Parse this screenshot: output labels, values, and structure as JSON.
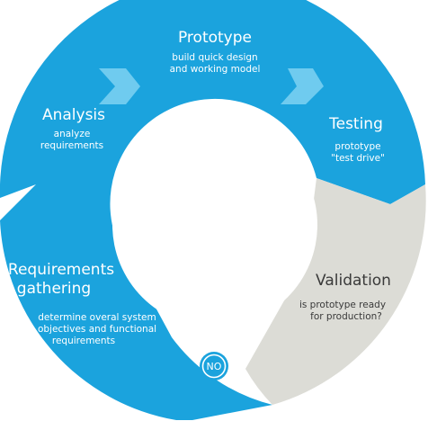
{
  "stages": {
    "prototype": {
      "title": "Prototype",
      "desc": [
        "build quick design",
        "and working model"
      ]
    },
    "testing": {
      "title": "Testing",
      "desc": [
        "prototype",
        "\"test drive\""
      ]
    },
    "validation": {
      "title": "Validation",
      "desc": [
        "is prototype ready",
        "for production?"
      ]
    },
    "requirements": {
      "title": [
        "Requirements",
        "gathering"
      ],
      "desc": [
        "determine overal system",
        "objectives and functional",
        "requirements"
      ]
    },
    "analysis": {
      "title": "Analysis",
      "desc": [
        "analyze",
        "requirements"
      ]
    }
  },
  "no_badge": "NO",
  "colors": {
    "blue": "#1ba3dd",
    "blue_light": "#6fcbef",
    "gray": "#dcdcd6",
    "white": "#ffffff",
    "text_dark": "#3a3a3a"
  }
}
